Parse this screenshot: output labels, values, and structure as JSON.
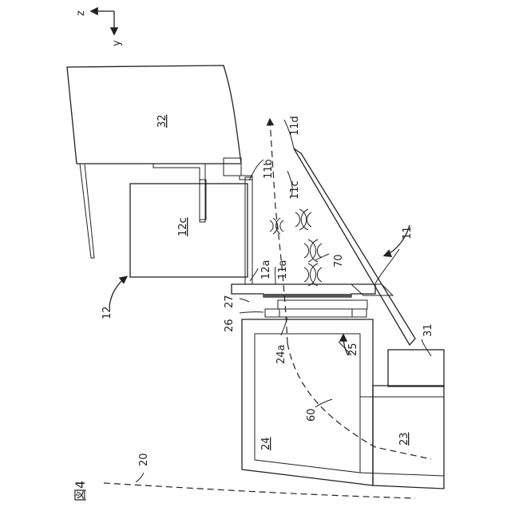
{
  "figure": {
    "title": "図4",
    "axes": {
      "z": "z",
      "y": "y"
    }
  },
  "labels": {
    "l32": "32",
    "l12c": "12c",
    "l11b": "11b",
    "l11d": "11d",
    "l11c": "11c",
    "l11": "11",
    "l12": "12",
    "l12a": "12a",
    "l11a": "11a",
    "l70": "70",
    "l27": "27",
    "l26": "26",
    "l24a": "24a",
    "l25": "25",
    "l31": "31",
    "l60": "60",
    "l23": "23",
    "l24": "24",
    "l20": "20"
  },
  "colors": {
    "line": "#222222",
    "dotted_fill": "#f1f1f1",
    "hatch": "#555555",
    "dark_plate": "#5a5a5a"
  }
}
